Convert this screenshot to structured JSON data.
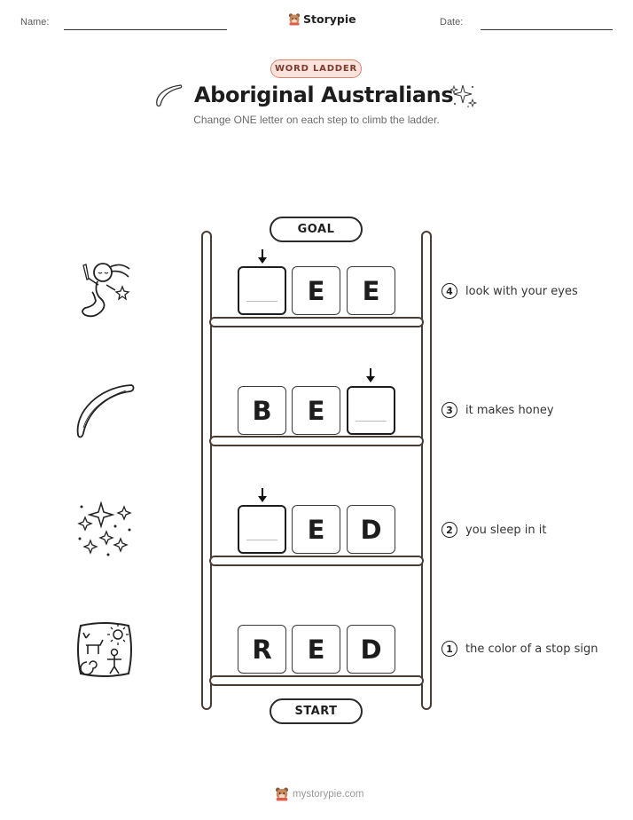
{
  "header": {
    "name_label": "Name:",
    "date_label": "Date:",
    "brand": "Storypie"
  },
  "badge": "WORD LADDER",
  "title": "Aboriginal Australians",
  "subtitle": "Change ONE letter on each step to climb the ladder.",
  "goal_label": "GOAL",
  "start_label": "START",
  "rungs": [
    {
      "number": "4",
      "clue": "look with your eyes",
      "letters": [
        "",
        "E",
        "E"
      ],
      "icon": "rainbow-serpent-spirit-icon"
    },
    {
      "number": "3",
      "clue": "it makes honey",
      "letters": [
        "B",
        "E",
        ""
      ],
      "icon": "boomerang-icon"
    },
    {
      "number": "2",
      "clue": "you sleep in it",
      "letters": [
        "",
        "E",
        "D"
      ],
      "icon": "stars-icon"
    },
    {
      "number": "1",
      "clue": "the color of a stop sign",
      "letters": [
        "R",
        "E",
        "D"
      ],
      "icon": "rock-art-icon"
    }
  ],
  "footer": "mystorypie.com"
}
